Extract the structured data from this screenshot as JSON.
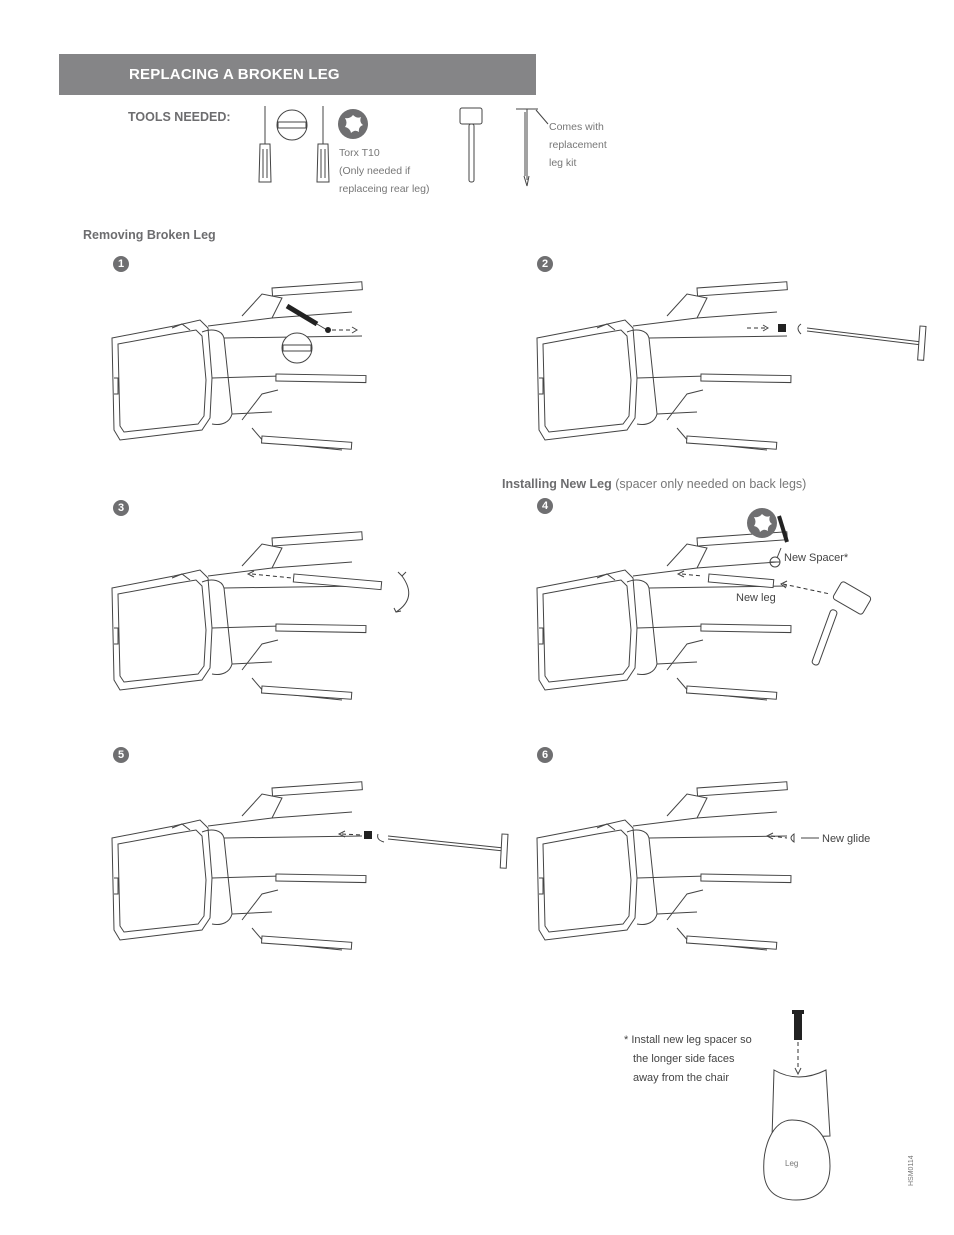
{
  "header": {
    "title": "REPLACING A BROKEN LEG"
  },
  "tools": {
    "label": "TOOLS NEEDED:",
    "torx_label": "Torx T10",
    "torx_note_1": "(Only needed if",
    "torx_note_2": "replaceing rear leg)",
    "kit_note_1": "Comes with",
    "kit_note_2": "replacement",
    "kit_note_3": "leg kit"
  },
  "sections": {
    "removing": "Removing Broken Leg",
    "installing": "Installing New Leg",
    "installing_note": "(spacer only needed on back legs)"
  },
  "steps": [
    "1",
    "2",
    "3",
    "4",
    "5",
    "6"
  ],
  "callouts": {
    "new_spacer": "New Spacer*",
    "new_leg": "New leg",
    "new_glide": "New glide"
  },
  "footnote": {
    "line1": "* Install new leg spacer so",
    "line2": "the longer side faces",
    "line3": "away from the chair",
    "leg_label": "Leg"
  },
  "doc_code": "HSM0114"
}
